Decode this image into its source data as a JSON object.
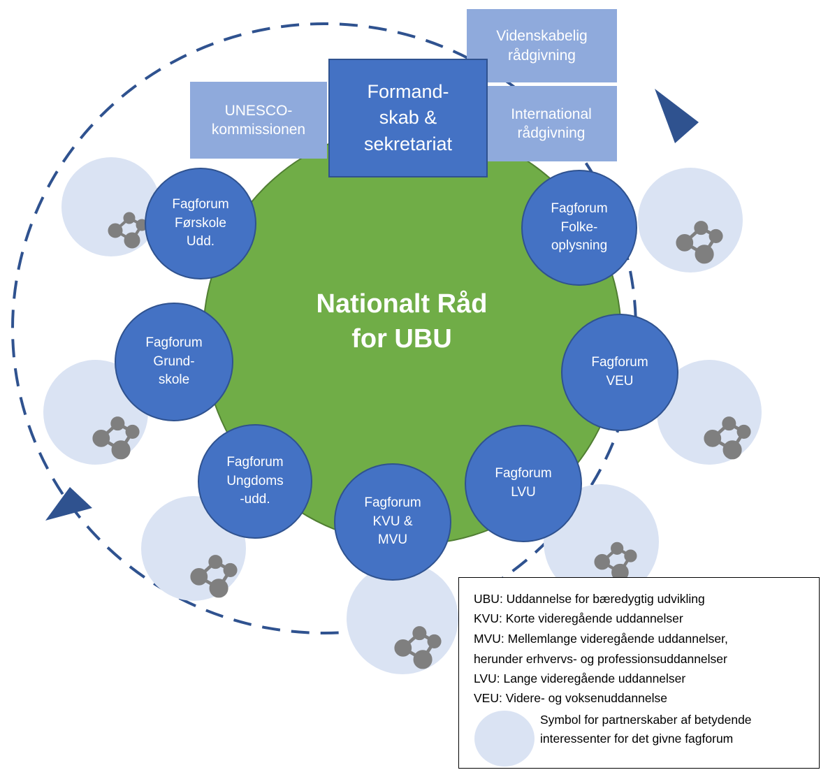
{
  "colors": {
    "center": "#70AD47",
    "forum": "#4472C4",
    "forum_border": "#2F528F",
    "top_box_light": "#8FAADC",
    "top_box_dark": "#4472C4",
    "partner": "#DAE3F3",
    "cycle_arrow": "#2F528F",
    "network_icon": "#7F7F7F"
  },
  "center": {
    "title": "Nationalt Råd\nfor UBU"
  },
  "top_boxes": {
    "secretariat": "Formand-\nskab &\nsekretariat",
    "unesco": "UNESCO-\nkommissionen",
    "scientific": "Videnskabelig\nrådgivning",
    "international": "International\nrådgivning"
  },
  "forums": {
    "forskole": "Fagforum\nFørskole\nUdd.",
    "folkeoplysning": "Fagforum\nFolke-\noplysning",
    "grundskole": "Fagforum\nGrund-\nskole",
    "veu": "Fagforum\nVEU",
    "ungdoms": "Fagforum\nUngdoms\n-udd.",
    "lvu": "Fagforum\nLVU",
    "kvu": "Fagforum\nKVU &\nMVU"
  },
  "partner_icon": "network-people-icon",
  "legend": {
    "lines": [
      "UBU: Uddannelse for bæredygtig udvikling",
      "KVU: Korte videregående uddannelser",
      "MVU: Mellemlange videregående uddannelser,",
      "herunder erhvervs- og professionsuddannelser",
      "LVU: Lange videregående uddannelser",
      "VEU: Videre- og voksenuddannelse"
    ],
    "symbol_text": "Symbol for partnerskaber af betydende\ninteressenter for det givne fagforum"
  }
}
